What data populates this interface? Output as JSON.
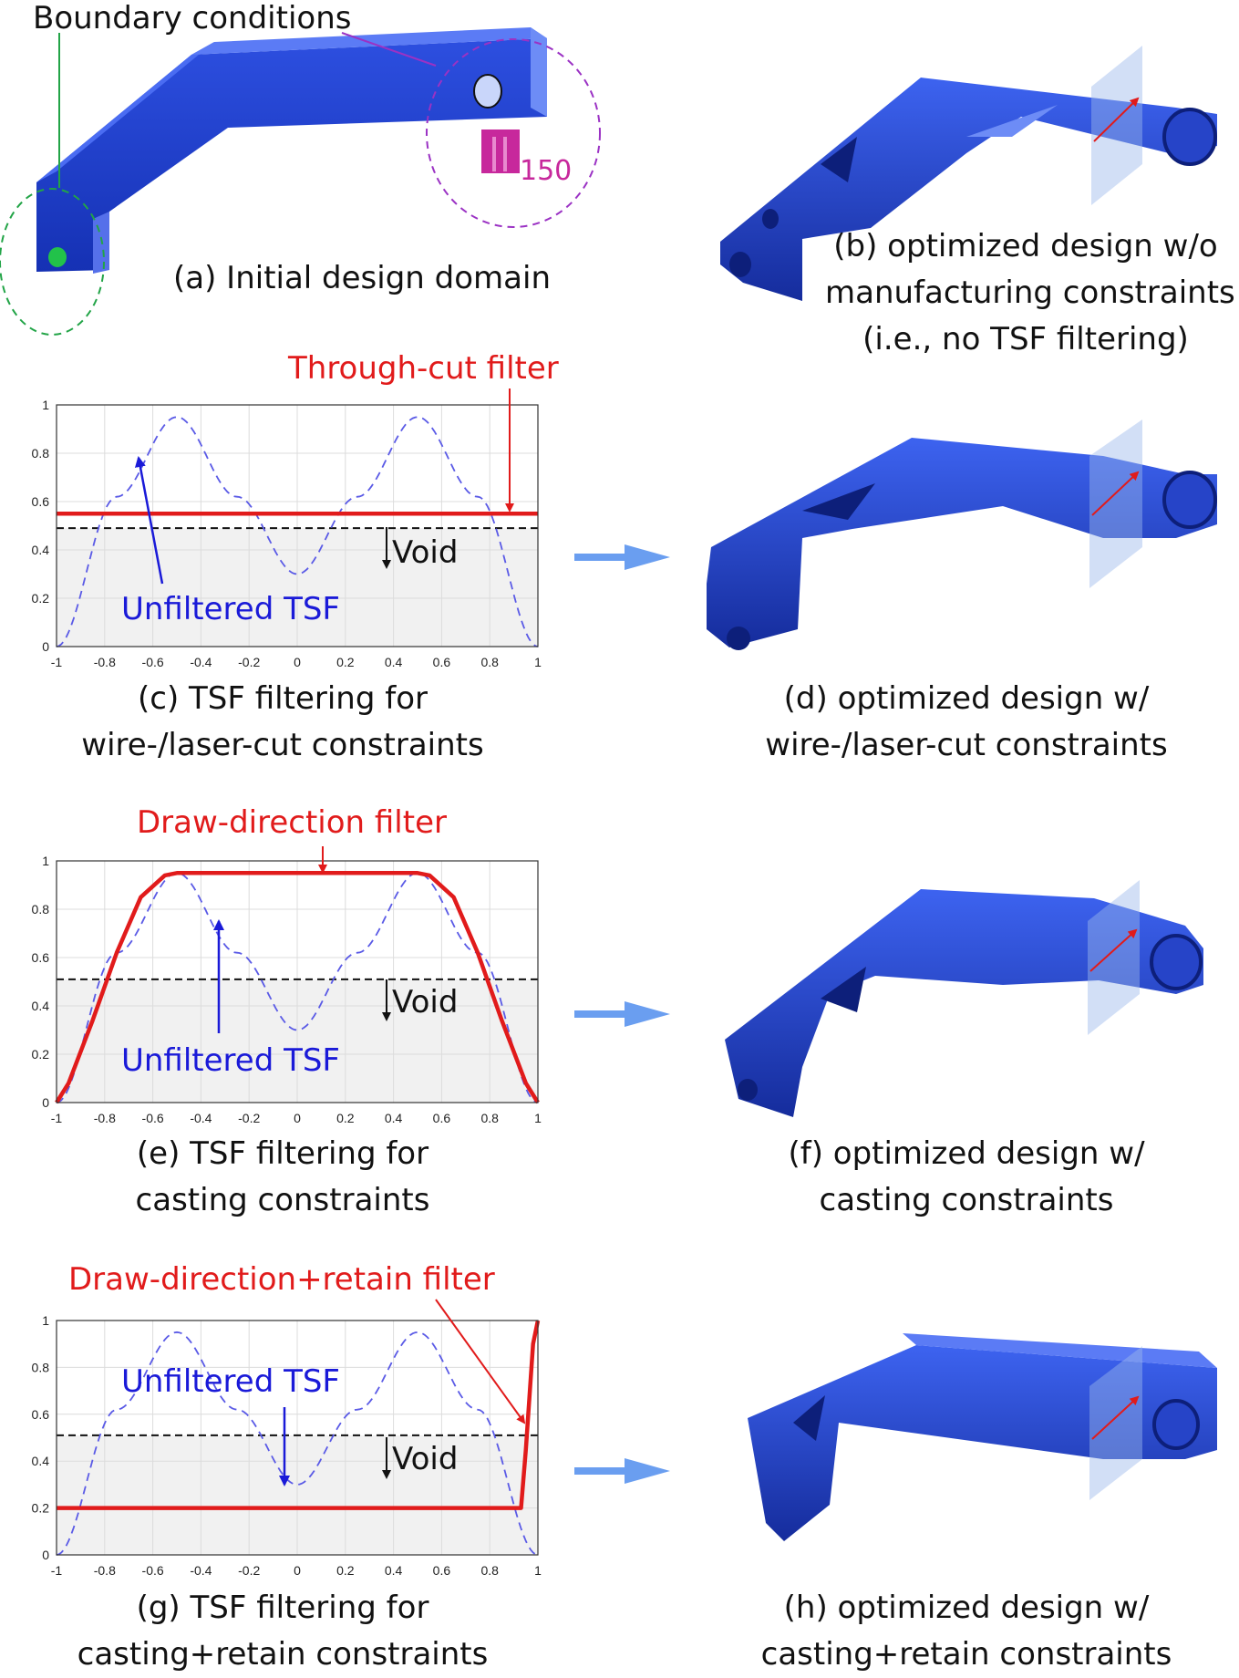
{
  "panel_a": {
    "title": "Boundary conditions",
    "caption": "(a) Initial design domain",
    "load_text": "150"
  },
  "panel_b": {
    "caption": [
      "(b) optimized design w/o",
      "manufacturing constraints",
      "(i.e., no TSF filtering)"
    ]
  },
  "panel_c": {
    "filter_label": "Through-cut filter",
    "tsf_label": "Unfiltered TSF",
    "void_label": "Void",
    "caption": [
      "(c) TSF filtering for",
      "wire-/laser-cut constraints"
    ]
  },
  "panel_d": {
    "caption": [
      "(d) optimized design w/",
      "wire-/laser-cut constraints"
    ]
  },
  "panel_e": {
    "filter_label": "Draw-direction filter",
    "tsf_label": "Unfiltered TSF",
    "void_label": "Void",
    "caption": [
      "(e) TSF filtering for",
      "casting constraints"
    ]
  },
  "panel_f": {
    "caption": [
      "(f) optimized design w/",
      "casting constraints"
    ]
  },
  "panel_g": {
    "filter_label": "Draw-direction+retain filter",
    "tsf_label": "Unfiltered TSF",
    "void_label": "Void",
    "caption": [
      "(g) TSF filtering for",
      "casting+retain constraints"
    ]
  },
  "panel_h": {
    "caption": [
      "(h) optimized design w/",
      "casting+retain constraints"
    ]
  },
  "colors": {
    "filter": "#e11b1b",
    "tsf": "#5a5ae6",
    "part": "#1f3fd0",
    "arrow": "#6a9ef0",
    "void_bg": "#f1f1f1"
  },
  "chart_data": [
    {
      "type": "line",
      "xlim": [
        -1,
        1
      ],
      "ylim": [
        0,
        1
      ],
      "x_ticks": [
        "-1",
        "-0.8",
        "-0.6",
        "-0.4",
        "-0.2",
        "0",
        "0.2",
        "0.4",
        "0.6",
        "0.8",
        "1"
      ],
      "y_ticks": [
        "0",
        "0.2",
        "0.4",
        "0.6",
        "0.8",
        "1"
      ],
      "threshold": 0.49,
      "series": [
        {
          "name": "Unfiltered TSF",
          "style": "dashed",
          "x": [
            -1,
            -0.75,
            -0.5,
            -0.25,
            0,
            0.25,
            0.5,
            0.75,
            1
          ],
          "y": [
            0,
            0.62,
            0.95,
            0.62,
            0.3,
            0.62,
            0.95,
            0.62,
            0
          ]
        },
        {
          "name": "Through-cut filter",
          "style": "solid",
          "x": [
            -1,
            1
          ],
          "y": [
            0.55,
            0.55
          ]
        }
      ]
    },
    {
      "type": "line",
      "xlim": [
        -1,
        1
      ],
      "ylim": [
        0,
        1
      ],
      "x_ticks": [
        "-1",
        "-0.8",
        "-0.6",
        "-0.4",
        "-0.2",
        "0",
        "0.2",
        "0.4",
        "0.6",
        "0.8",
        "1"
      ],
      "y_ticks": [
        "0",
        "0.2",
        "0.4",
        "0.6",
        "0.8",
        "1"
      ],
      "threshold": 0.51,
      "series": [
        {
          "name": "Unfiltered TSF",
          "style": "dashed",
          "x": [
            -1,
            -0.75,
            -0.5,
            -0.25,
            0,
            0.25,
            0.5,
            0.75,
            1
          ],
          "y": [
            0,
            0.62,
            0.95,
            0.62,
            0.3,
            0.62,
            0.95,
            0.62,
            0
          ]
        },
        {
          "name": "Draw-direction filter",
          "style": "solid",
          "x": [
            -1,
            -0.95,
            -0.85,
            -0.75,
            -0.65,
            -0.55,
            -0.5,
            0.5,
            0.55,
            0.65,
            0.75,
            0.85,
            0.95,
            1
          ],
          "y": [
            0,
            0.08,
            0.34,
            0.62,
            0.85,
            0.94,
            0.95,
            0.95,
            0.94,
            0.85,
            0.62,
            0.34,
            0.08,
            0
          ]
        }
      ]
    },
    {
      "type": "line",
      "xlim": [
        -1,
        1
      ],
      "ylim": [
        0,
        1
      ],
      "x_ticks": [
        "-1",
        "-0.8",
        "-0.6",
        "-0.4",
        "-0.2",
        "0",
        "0.2",
        "0.4",
        "0.6",
        "0.8",
        "1"
      ],
      "y_ticks": [
        "0",
        "0.2",
        "0.4",
        "0.6",
        "0.8",
        "1"
      ],
      "threshold": 0.51,
      "series": [
        {
          "name": "Unfiltered TSF",
          "style": "dashed",
          "x": [
            -1,
            -0.75,
            -0.5,
            -0.25,
            0,
            0.25,
            0.5,
            0.75,
            1
          ],
          "y": [
            0,
            0.62,
            0.95,
            0.62,
            0.3,
            0.62,
            0.95,
            0.62,
            0
          ]
        },
        {
          "name": "Draw-direction+retain filter",
          "style": "solid",
          "x": [
            -1,
            0.93,
            0.95,
            0.98,
            1
          ],
          "y": [
            0.2,
            0.2,
            0.45,
            0.9,
            1
          ]
        }
      ]
    }
  ]
}
